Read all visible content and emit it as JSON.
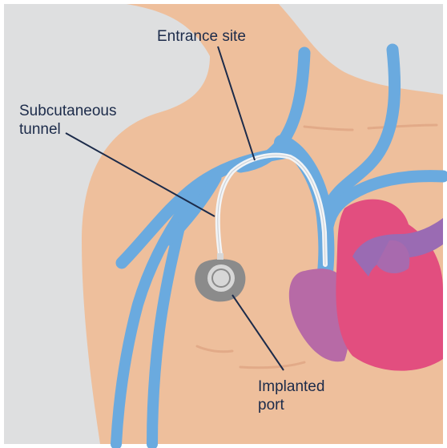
{
  "labels": {
    "entrance_site": "Entrance site",
    "subcutaneous_tunnel": "Subcutaneous\ntunnel",
    "implanted_port": "Implanted\nport"
  },
  "colors": {
    "background": "#dedfe0",
    "skin": "#eebf9c",
    "skin_line": "#e0a685",
    "vein": "#6aaadf",
    "catheter": "#f2f4f6",
    "heart_pink": "#e24e7f",
    "heart_purple": "#b76aa6",
    "aorta": "#9a6bb3",
    "port_shell": "#8b8b8b",
    "port_ring": "#d7d7d7",
    "leader_line": "#1c2b4a",
    "text": "#1c2b4a"
  }
}
